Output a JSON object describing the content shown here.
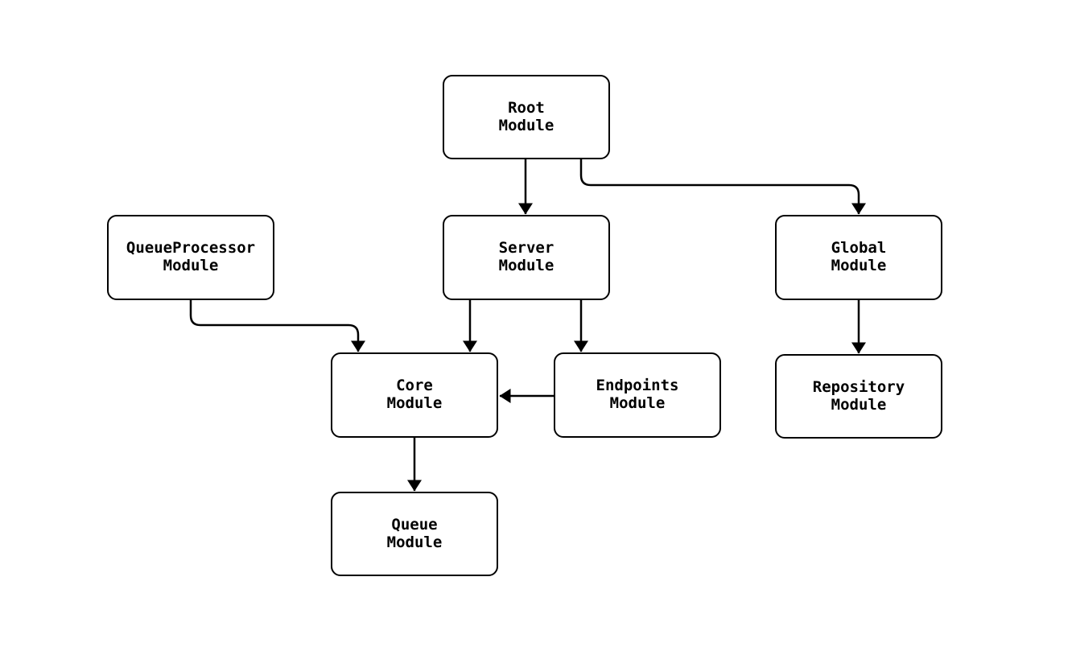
{
  "diagram": {
    "type": "module-dependency-flowchart",
    "nodes": {
      "root": {
        "label": "Root\nModule"
      },
      "queueprocessor": {
        "label": "QueueProcessor\nModule"
      },
      "server": {
        "label": "Server\nModule"
      },
      "global": {
        "label": "Global\nModule"
      },
      "core": {
        "label": "Core\nModule"
      },
      "endpoints": {
        "label": "Endpoints\nModule"
      },
      "repository": {
        "label": "Repository\nModule"
      },
      "queue": {
        "label": "Queue\nModule"
      }
    },
    "edges": [
      {
        "from": "Root Module",
        "to": "Server Module"
      },
      {
        "from": "Root Module",
        "to": "Global Module"
      },
      {
        "from": "QueueProcessor Module",
        "to": "Core Module"
      },
      {
        "from": "Server Module",
        "to": "Core Module"
      },
      {
        "from": "Server Module",
        "to": "Endpoints Module"
      },
      {
        "from": "Endpoints Module",
        "to": "Core Module"
      },
      {
        "from": "Global Module",
        "to": "Repository Module"
      },
      {
        "from": "Core Module",
        "to": "Queue Module"
      }
    ],
    "colors": {
      "background": "#ffffff",
      "node_fill": "#ffffff",
      "node_border": "#000000",
      "edge": "#000000",
      "text": "#000000"
    }
  }
}
